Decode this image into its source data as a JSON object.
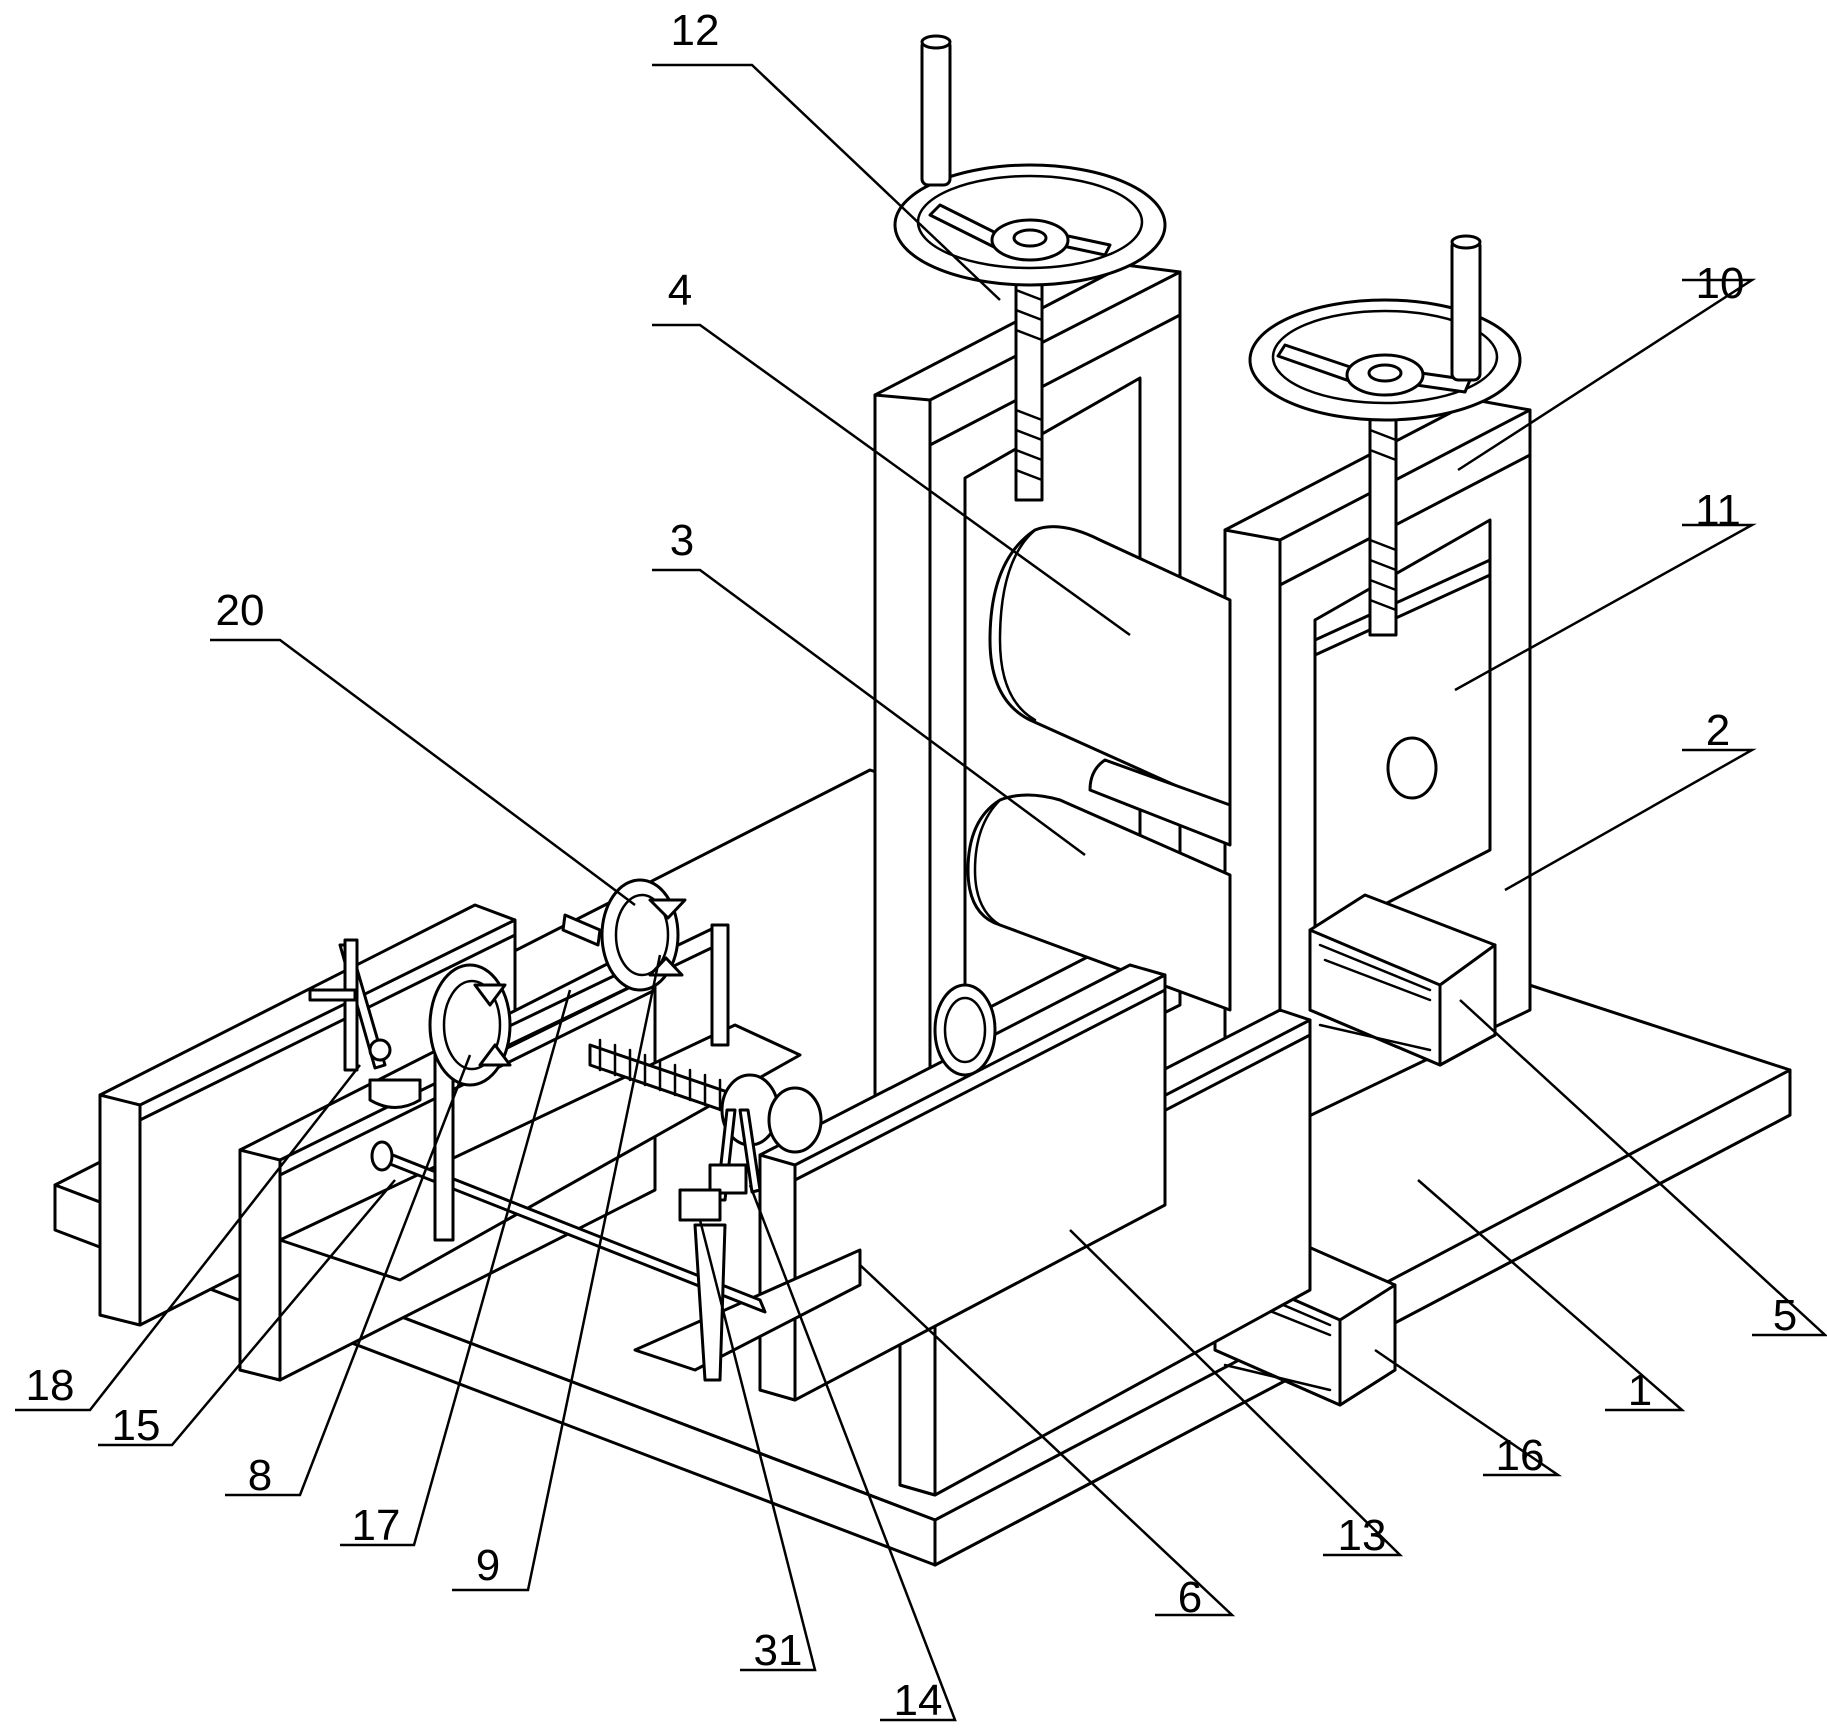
{
  "callouts": [
    {
      "id": "c12",
      "label": "12"
    },
    {
      "id": "c10",
      "label": "10"
    },
    {
      "id": "c4",
      "label": "4"
    },
    {
      "id": "c11",
      "label": "11"
    },
    {
      "id": "c3",
      "label": "3"
    },
    {
      "id": "c20",
      "label": "20"
    },
    {
      "id": "c2",
      "label": "2"
    },
    {
      "id": "c5",
      "label": "5"
    },
    {
      "id": "c1",
      "label": "1"
    },
    {
      "id": "c16",
      "label": "16"
    },
    {
      "id": "c13",
      "label": "13"
    },
    {
      "id": "c6",
      "label": "6"
    },
    {
      "id": "c14",
      "label": "14"
    },
    {
      "id": "c31",
      "label": "31"
    },
    {
      "id": "c9",
      "label": "9"
    },
    {
      "id": "c17",
      "label": "17"
    },
    {
      "id": "c8",
      "label": "8"
    },
    {
      "id": "c15",
      "label": "15"
    },
    {
      "id": "c18",
      "label": "18"
    }
  ],
  "colors": {
    "line": "#000000",
    "background": "#ffffff"
  }
}
